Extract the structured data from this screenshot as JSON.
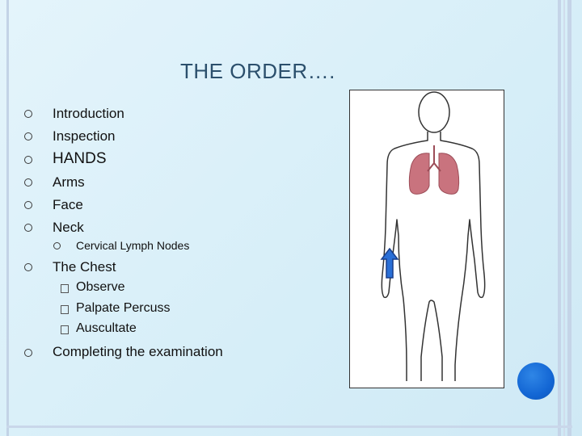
{
  "slide": {
    "title": "THE ORDER….",
    "items": [
      {
        "label": "Introduction"
      },
      {
        "label": "Inspection"
      },
      {
        "label": "HANDS"
      },
      {
        "label": "Arms"
      },
      {
        "label": "Face"
      },
      {
        "label": "Neck",
        "sub": "Cervical Lymph Nodes"
      },
      {
        "label": "The Chest",
        "checks": [
          "Observe",
          "Palpate Percuss",
          "Auscultate"
        ]
      },
      {
        "label": "Completing the examination"
      }
    ]
  },
  "colors": {
    "background": "#ddeef6",
    "title": "#2b4f6c",
    "arrow": "#2a6fd6",
    "dot": "#1366d4",
    "lungs": "#c9737e"
  },
  "icons": {
    "bullet": "circle-bullet-icon",
    "check": "checkbox-icon",
    "arrow": "up-arrow-icon",
    "figure": "human-body-outline-icon",
    "lungs": "lungs-icon"
  }
}
